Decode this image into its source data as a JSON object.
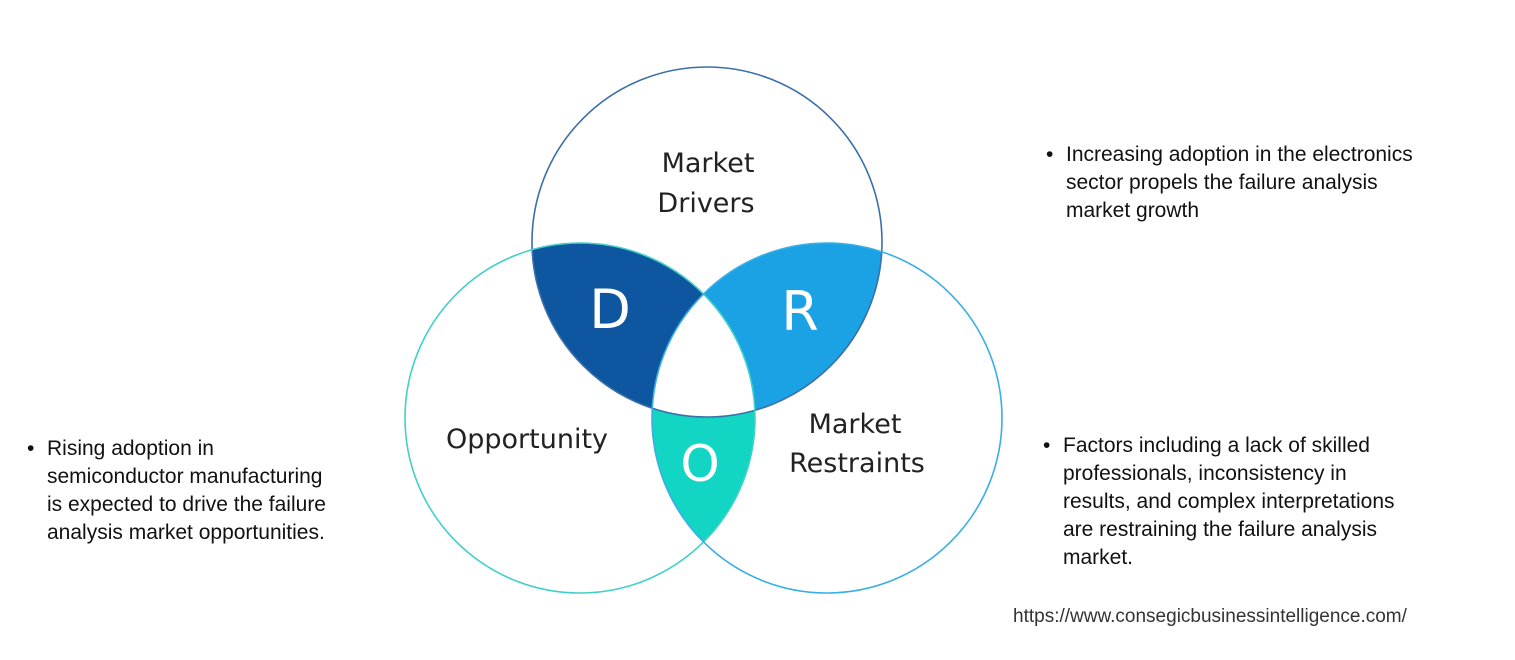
{
  "diagram": {
    "circles": {
      "drivers": {
        "label_line1": "Market",
        "label_line2": "Drivers",
        "stroke": "#3B6FA8"
      },
      "opportunity": {
        "label": "Opportunity",
        "stroke": "#40D0C8"
      },
      "restraints": {
        "label_line1": "Market",
        "label_line2": "Restraints",
        "stroke": "#3AAEE6"
      }
    },
    "intersections": {
      "d": {
        "letter": "D",
        "fill": "#0F56A0"
      },
      "r": {
        "letter": "R",
        "fill": "#1AA2E4"
      },
      "o": {
        "letter": "O",
        "fill": "#12D6C3"
      }
    }
  },
  "bullets": {
    "drivers": {
      "marker": "•",
      "text": "Increasing adoption in the electronics\nsector propels the failure analysis\nmarket growth"
    },
    "opportunity": {
      "marker": "•",
      "text": "Rising adoption in\nsemiconductor manufacturing\nis expected to drive the failure\nanalysis market opportunities."
    },
    "restraints": {
      "marker": "•",
      "text": "Factors including a lack of skilled\nprofessionals, inconsistency in\nresults, and complex interpretations\nare restraining the failure analysis\nmarket."
    }
  },
  "source": {
    "url": "https://www.consegicbusinessintelligence.com/"
  }
}
